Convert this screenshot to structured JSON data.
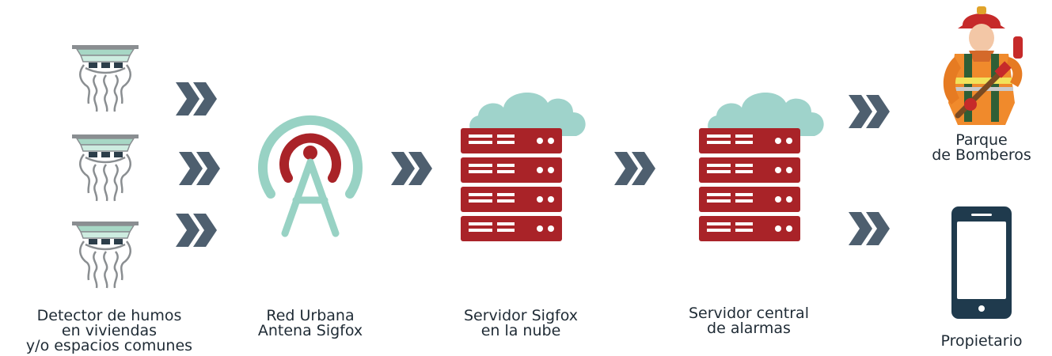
{
  "labels": {
    "detector": [
      "Detector de humos",
      "en viviendas",
      "y/o espacios comunes"
    ],
    "antenna": [
      "Red Urbana",
      "Antena Sigfox"
    ],
    "sigfox_server": [
      "Servidor Sigfox",
      "en la nube"
    ],
    "alarm_server": [
      "Servidor central",
      "de alarmas"
    ],
    "firefighters": [
      "Parque",
      "de Bomberos"
    ],
    "owner": [
      "Propietario"
    ]
  },
  "icons": {
    "detector": "smoke-detector-icon",
    "arrow": "double-chevron-right-icon",
    "antenna": "radio-antenna-icon",
    "server": "cloud-server-icon",
    "firefighter": "firefighter-icon",
    "phone": "smartphone-icon"
  },
  "colors": {
    "arrow": "#4e5f6f",
    "detector_gray": "#8a8e91",
    "detector_mint": "#a7d7c5",
    "antenna_mint": "#98d2c4",
    "antenna_red": "#a92328",
    "server_red": "#a92328",
    "cloud_mint": "#9fd3cb",
    "phone_navy": "#1f3a4d",
    "firefighter_orange": "#f08a2c",
    "text": "#1f2b35"
  }
}
